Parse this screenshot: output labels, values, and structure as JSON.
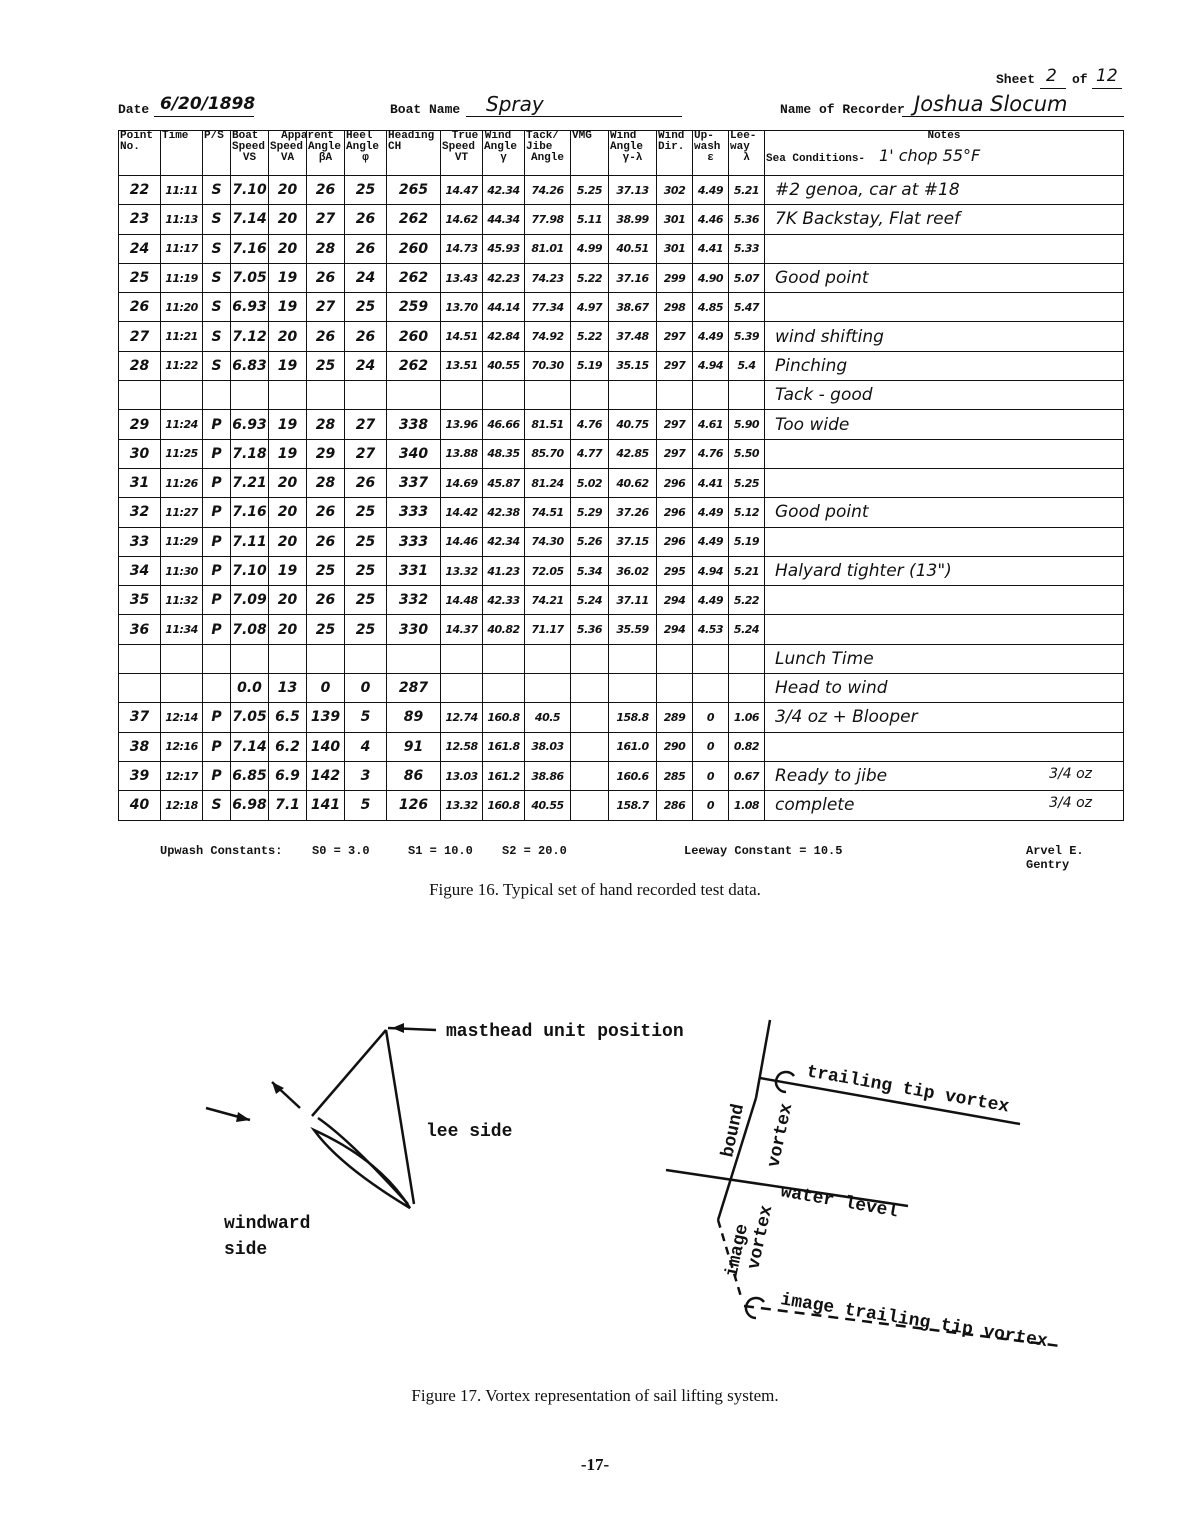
{
  "header": {
    "sheet_label": "Sheet",
    "sheet_num": "2",
    "of_label": "of",
    "sheet_total": "12",
    "date_label": "Date",
    "date_value": "6/20/1898",
    "boat_label": "Boat Name",
    "boat_value": "Spray",
    "recorder_label": "Name of Recorder",
    "recorder_value": "Joshua Slocum"
  },
  "table": {
    "columns": [
      {
        "top": "Point",
        "mid": "No.",
        "bot": ""
      },
      {
        "top": "Time",
        "mid": "",
        "bot": ""
      },
      {
        "top": "P/S",
        "mid": "",
        "bot": ""
      },
      {
        "top": "Boat",
        "mid": "Speed",
        "bot": "VS"
      },
      {
        "top": "Speed",
        "mid": "",
        "bot": "VA"
      },
      {
        "top": "Angle",
        "mid": "",
        "bot": "βA"
      },
      {
        "top": "Heel",
        "mid": "Angle",
        "bot": "φ"
      },
      {
        "top": "Heading",
        "mid": "CH",
        "bot": ""
      },
      {
        "top": "Speed",
        "mid": "",
        "bot": "VT"
      },
      {
        "top": "Angle",
        "mid": "",
        "bot": "γ"
      },
      {
        "top": "Tack/",
        "mid": "Jibe",
        "bot": "Angle"
      },
      {
        "top": "VMG",
        "mid": "",
        "bot": ""
      },
      {
        "top": "Wind",
        "mid": "Angle",
        "bot": "γ-λ"
      },
      {
        "top": "Wind",
        "mid": "Dir.",
        "bot": ""
      },
      {
        "top": "Up-",
        "mid": "wash",
        "bot": "ε"
      },
      {
        "top": "Lee-",
        "mid": "way",
        "bot": "λ"
      },
      {
        "top": "Notes",
        "mid": "Sea Conditions-",
        "bot": ""
      }
    ],
    "group_apparent": "Apparent",
    "group_true_wind": "True Wind",
    "sea_conditions_value": "1' chop   55°F",
    "rows": [
      [
        "22",
        "11:11",
        "S",
        "7.10",
        "20",
        "26",
        "25",
        "265",
        "14.47",
        "42.34",
        "74.26",
        "5.25",
        "37.13",
        "302",
        "4.49",
        "5.21",
        "#2 genoa, car at #18",
        ""
      ],
      [
        "23",
        "11:13",
        "S",
        "7.14",
        "20",
        "27",
        "26",
        "262",
        "14.62",
        "44.34",
        "77.98",
        "5.11",
        "38.99",
        "301",
        "4.46",
        "5.36",
        "7K Backstay, Flat reef",
        ""
      ],
      [
        "24",
        "11:17",
        "S",
        "7.16",
        "20",
        "28",
        "26",
        "260",
        "14.73",
        "45.93",
        "81.01",
        "4.99",
        "40.51",
        "301",
        "4.41",
        "5.33",
        "",
        ""
      ],
      [
        "25",
        "11:19",
        "S",
        "7.05",
        "19",
        "26",
        "24",
        "262",
        "13.43",
        "42.23",
        "74.23",
        "5.22",
        "37.16",
        "299",
        "4.90",
        "5.07",
        "Good point",
        ""
      ],
      [
        "26",
        "11:20",
        "S",
        "6.93",
        "19",
        "27",
        "25",
        "259",
        "13.70",
        "44.14",
        "77.34",
        "4.97",
        "38.67",
        "298",
        "4.85",
        "5.47",
        "",
        ""
      ],
      [
        "27",
        "11:21",
        "S",
        "7.12",
        "20",
        "26",
        "26",
        "260",
        "14.51",
        "42.84",
        "74.92",
        "5.22",
        "37.48",
        "297",
        "4.49",
        "5.39",
        "wind shifting",
        ""
      ],
      [
        "28",
        "11:22",
        "S",
        "6.83",
        "19",
        "25",
        "24",
        "262",
        "13.51",
        "40.55",
        "70.30",
        "5.19",
        "35.15",
        "297",
        "4.94",
        "5.4",
        "Pinching",
        ""
      ],
      [
        "",
        "",
        "",
        "",
        "",
        "",
        "",
        "",
        "",
        "",
        "",
        "",
        "",
        "",
        "",
        "",
        "Tack - good",
        ""
      ],
      [
        "29",
        "11:24",
        "P",
        "6.93",
        "19",
        "28",
        "27",
        "338",
        "13.96",
        "46.66",
        "81.51",
        "4.76",
        "40.75",
        "297",
        "4.61",
        "5.90",
        "Too wide",
        ""
      ],
      [
        "30",
        "11:25",
        "P",
        "7.18",
        "19",
        "29",
        "27",
        "340",
        "13.88",
        "48.35",
        "85.70",
        "4.77",
        "42.85",
        "297",
        "4.76",
        "5.50",
        "",
        ""
      ],
      [
        "31",
        "11:26",
        "P",
        "7.21",
        "20",
        "28",
        "26",
        "337",
        "14.69",
        "45.87",
        "81.24",
        "5.02",
        "40.62",
        "296",
        "4.41",
        "5.25",
        "",
        ""
      ],
      [
        "32",
        "11:27",
        "P",
        "7.16",
        "20",
        "26",
        "25",
        "333",
        "14.42",
        "42.38",
        "74.51",
        "5.29",
        "37.26",
        "296",
        "4.49",
        "5.12",
        "Good point",
        ""
      ],
      [
        "33",
        "11:29",
        "P",
        "7.11",
        "20",
        "26",
        "25",
        "333",
        "14.46",
        "42.34",
        "74.30",
        "5.26",
        "37.15",
        "296",
        "4.49",
        "5.19",
        "",
        ""
      ],
      [
        "34",
        "11:30",
        "P",
        "7.10",
        "19",
        "25",
        "25",
        "331",
        "13.32",
        "41.23",
        "72.05",
        "5.34",
        "36.02",
        "295",
        "4.94",
        "5.21",
        "Halyard tighter (13\")",
        ""
      ],
      [
        "35",
        "11:32",
        "P",
        "7.09",
        "20",
        "26",
        "25",
        "332",
        "14.48",
        "42.33",
        "74.21",
        "5.24",
        "37.11",
        "294",
        "4.49",
        "5.22",
        "",
        ""
      ],
      [
        "36",
        "11:34",
        "P",
        "7.08",
        "20",
        "25",
        "25",
        "330",
        "14.37",
        "40.82",
        "71.17",
        "5.36",
        "35.59",
        "294",
        "4.53",
        "5.24",
        "",
        ""
      ],
      [
        "",
        "",
        "",
        "",
        "",
        "",
        "",
        "",
        "",
        "",
        "",
        "",
        "",
        "",
        "",
        "",
        "Lunch Time",
        ""
      ],
      [
        "",
        "",
        "",
        "0.0",
        "13",
        "0",
        "0",
        "287",
        "",
        "",
        "",
        "",
        "",
        "",
        "",
        "",
        "Head to wind",
        ""
      ],
      [
        "37",
        "12:14",
        "P",
        "7.05",
        "6.5",
        "139",
        "5",
        "89",
        "12.74",
        "160.8",
        "40.5",
        "",
        "158.8",
        "289",
        "0",
        "1.06",
        "3/4 oz + Blooper",
        ""
      ],
      [
        "38",
        "12:16",
        "P",
        "7.14",
        "6.2",
        "140",
        "4",
        "91",
        "12.58",
        "161.8",
        "38.03",
        "",
        "161.0",
        "290",
        "0",
        "0.82",
        "",
        ""
      ],
      [
        "39",
        "12:17",
        "P",
        "6.85",
        "6.9",
        "142",
        "3",
        "86",
        "13.03",
        "161.2",
        "38.86",
        "",
        "160.6",
        "285",
        "0",
        "0.67",
        "Ready to jibe",
        "3/4 oz"
      ],
      [
        "40",
        "12:18",
        "S",
        "6.98",
        "7.1",
        "141",
        "5",
        "126",
        "13.32",
        "160.8",
        "40.55",
        "",
        "158.7",
        "286",
        "0",
        "1.08",
        "complete",
        "3/4 oz"
      ]
    ]
  },
  "footer": {
    "upwash_label": "Upwash Constants:",
    "s0": "S0 = 3.0",
    "s1": "S1 = 10.0",
    "s2": "S2 = 20.0",
    "leeway": "Leeway Constant = 10.5",
    "author": "Arvel E. Gentry"
  },
  "captions": {
    "fig16": "Figure 16.  Typical set of hand recorded test data.",
    "fig17": "Figure 17.  Vortex representation of sail lifting system."
  },
  "diagram": {
    "masthead": "masthead unit position",
    "lee_side": "lee side",
    "windward_1": "windward",
    "windward_2": "side",
    "trailing_tip": "trailing tip vortex",
    "bound": "bound",
    "vortex": "vortex",
    "water_level": "water level",
    "image": "image",
    "image_vortex": "vortex",
    "image_trailing": "image trailing tip vortex"
  },
  "page_number": "-17-"
}
